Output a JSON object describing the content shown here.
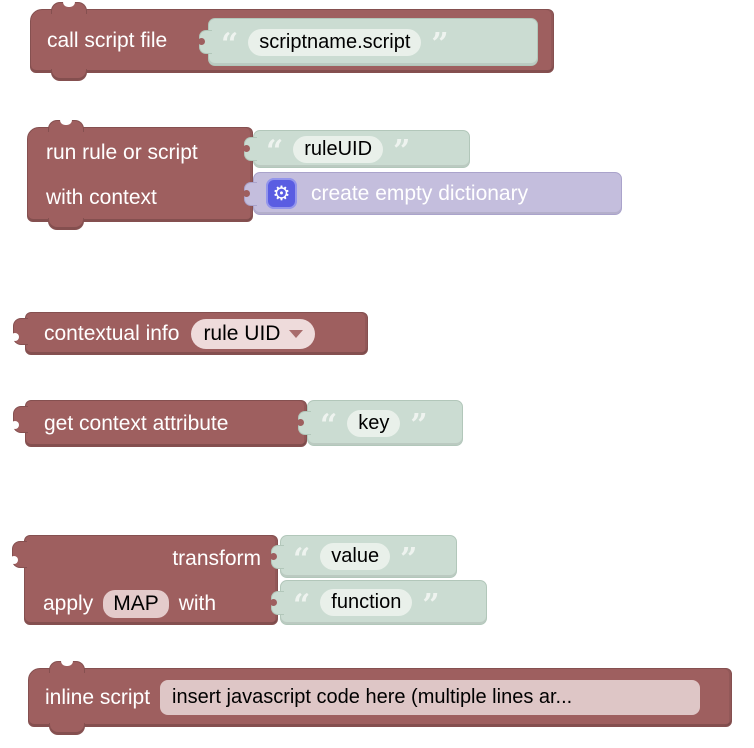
{
  "workspace": {
    "background": "#ffffff"
  },
  "colors": {
    "block_mauve": "#9e5f5f",
    "string_block_green": "#cbdcd2",
    "string_field_bg": "#e9f0ea",
    "dictionary_block_purple": "#c4bedd",
    "gear_icon_bg": "#5a5de2",
    "dropdown_field_pink": "#eedbdb",
    "text_field_pink": "#e4cbcb",
    "code_field_pink": "#dec6c6",
    "label_text": "#ffffff"
  },
  "quotes": {
    "open": "“",
    "close": "”"
  },
  "icons": {
    "gear": "⚙"
  },
  "blocks": {
    "call_script": {
      "label": "call script file",
      "value": "scriptname.script"
    },
    "run_rule": {
      "label_top": "run rule or script",
      "label_bottom": "with context",
      "rule_uid_value": "ruleUID",
      "dictionary_label": "create empty dictionary"
    },
    "contextual_info": {
      "label": "contextual info",
      "dropdown_value": "rule UID"
    },
    "get_context_attribute": {
      "label": "get context attribute",
      "key_value": "key"
    },
    "transform": {
      "label_transform": "transform",
      "value": "value",
      "label_apply": "apply",
      "map_field": "MAP",
      "label_with": "with",
      "function_value": "function"
    },
    "inline_script": {
      "label": "inline script",
      "code_value": "insert javascript code here (multiple lines ar..."
    }
  }
}
